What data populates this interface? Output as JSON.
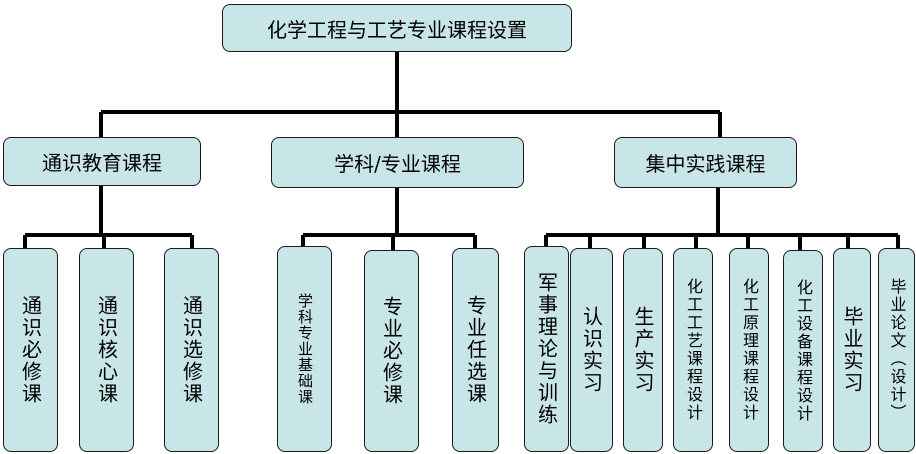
{
  "root": {
    "label": "化学工程与工艺专业课程设置"
  },
  "groups": [
    {
      "label": "通识教育课程",
      "children": [
        "通识必修课",
        "通识核心课",
        "通识选修课"
      ]
    },
    {
      "label": "学科/专业课程",
      "children": [
        "学科专业基础课",
        "专业必修课",
        "专业任选课"
      ]
    },
    {
      "label": "集中实践课程",
      "children": [
        "军事理论与训练",
        "认识实习",
        "生产实习",
        "化工工艺课程设计",
        "化工原理课程设计",
        "化工设备课程设计",
        "毕业实习",
        "毕业论文（设计）"
      ]
    }
  ],
  "colors": {
    "box_fill": "#c8e6e8",
    "line": "#000000",
    "border": "#1b1b1b"
  }
}
